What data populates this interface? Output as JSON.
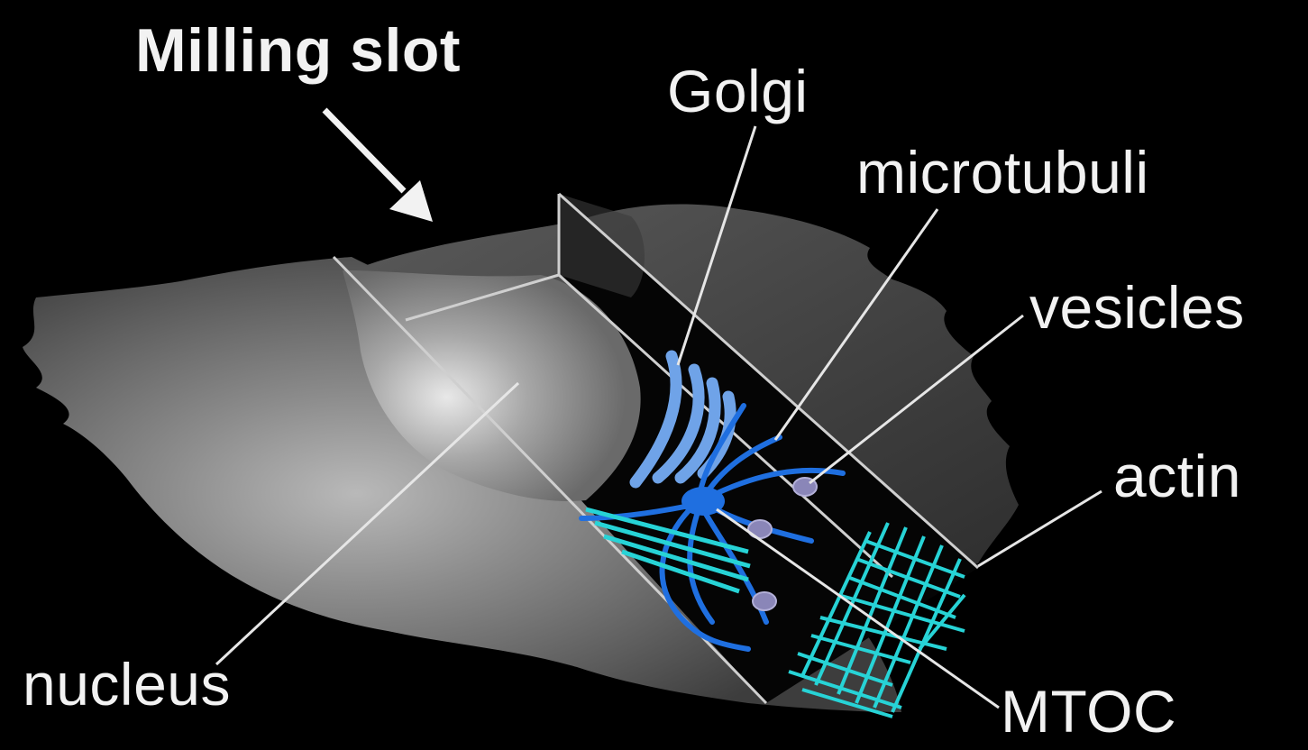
{
  "title": "Milling slot",
  "labels": {
    "golgi": "Golgi",
    "microtubuli": "microtubuli",
    "vesicles": "vesicles",
    "actin": "actin",
    "nucleus": "nucleus",
    "mtoc": "MTOC"
  },
  "colors": {
    "background": "#000000",
    "cell_body": "#7a7a7a",
    "golgi": "#6fa3e8",
    "microtubule": "#1f6fe0",
    "actin": "#27d3d6",
    "vesicle": "#8a86b8",
    "pointer_line": "#e6e6e6"
  },
  "icons": {
    "arrow": "down-right-arrow-icon"
  }
}
